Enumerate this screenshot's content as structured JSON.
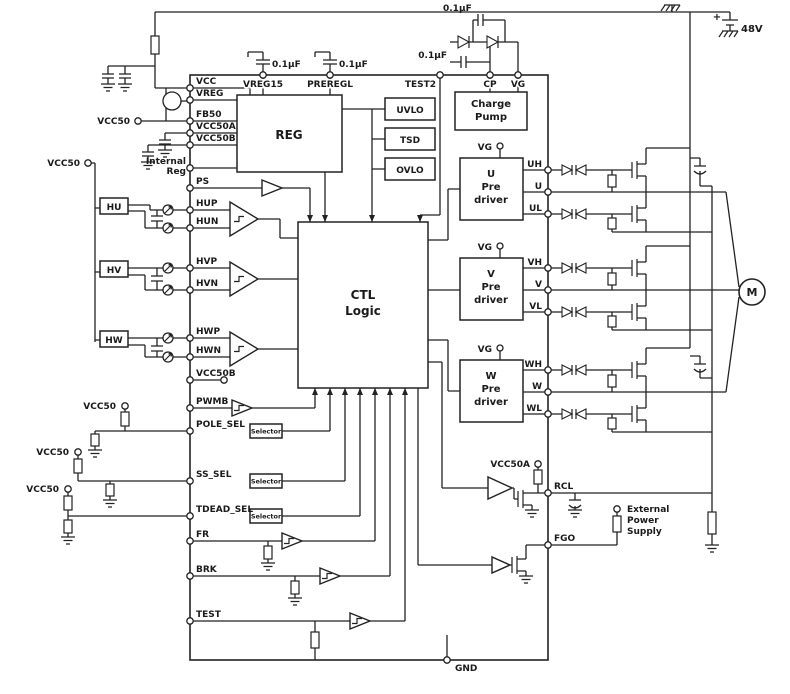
{
  "pins": {
    "vcc": "VCC",
    "vreg": "VREG",
    "fb50": "FB50",
    "vcc50a": "VCC50A",
    "vcc50b": "VCC50B",
    "internal_1": "Internal",
    "internal_2": "Reg",
    "ps": "PS",
    "hup": "HUP",
    "hun": "HUN",
    "hvp": "HVP",
    "hvn": "HVN",
    "hwp": "HWP",
    "hwn": "HWN",
    "vcc50b2": "VCC50B",
    "pwmb": "PWMB",
    "pole_sel": "POLE_SEL",
    "ss_sel": "SS_SEL",
    "tdead_sel": "TDEAD_SEL",
    "fr": "FR",
    "brk": "BRK",
    "test": "TEST",
    "vreg15": "VREG15",
    "preregl": "PREREGL",
    "test2": "TEST2",
    "cp": "CP",
    "vg": "VG",
    "uh": "UH",
    "u": "U",
    "ul": "UL",
    "vh": "VH",
    "v": "V",
    "vl": "VL",
    "wh": "WH",
    "w": "W",
    "wl": "WL",
    "gnd": "GND",
    "rcl": "RCL",
    "fgo": "FGO"
  },
  "blocks": {
    "reg": "REG",
    "uvlo": "UVLO",
    "tsd": "TSD",
    "ovlo": "OVLO",
    "charge_1": "Charge",
    "charge_2": "Pump",
    "ctl_1": "CTL",
    "ctl_2": "Logic",
    "u_pre": "U",
    "v_pre": "V",
    "w_pre": "W",
    "pre": "Pre",
    "driver": "driver",
    "selector": "Selector",
    "hu": "HU",
    "hv": "HV",
    "hw": "HW"
  },
  "labels": {
    "cap_value": "0.1µF",
    "supply": "48V",
    "plus": "+",
    "vcc50": "VCC50",
    "vcc50a": "VCC50A",
    "vg": "VG",
    "motor": "M",
    "ext_1": "External",
    "ext_2": "Power",
    "ext_3": "Supply"
  }
}
